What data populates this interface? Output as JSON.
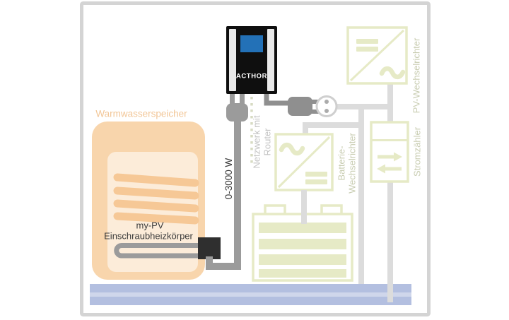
{
  "diagram": {
    "acthor_label": "ACTHOR",
    "tank_label": "Warmwasserspeicher",
    "heater_label_line1": "my-PV",
    "heater_label_line2": "Einschraubheizkörper",
    "power_range_label": "0-3000 W",
    "network_label_line1": "Netzwerk mit",
    "network_label_line2": "Router",
    "pv_inverter_label": "PV-Wechselrichter",
    "battery_inverter_label_line1": "Batterie-",
    "battery_inverter_label_line2": "Wechselrichter",
    "meter_label": "Stromzähler"
  },
  "colors": {
    "frame": "#d4d4d4",
    "tank": "#f8d5ac",
    "tank_inner": "#fcecd9",
    "coil": "#f6c896",
    "label_peach": "#f2c697",
    "pale": "#e6eac6",
    "wire": "#dcdcdc",
    "active": "#9b9b9b",
    "plug": "#8f8f8f",
    "block": "#2f2f2f",
    "device": "#0f0f0f",
    "device_stripe": "#e9e9e9",
    "screen_blue": "#2371b7",
    "bar_blue": "#b3bfe0",
    "bar_stripe": "#cfd6eb",
    "dark_text": "#3a3a3a",
    "label_gray": "#c3c3c3",
    "label_pale": "#c9cdb2",
    "dots": "#d7dbc3",
    "socket_ring": "#cfcfcf",
    "socket_dots": "#ababab"
  }
}
